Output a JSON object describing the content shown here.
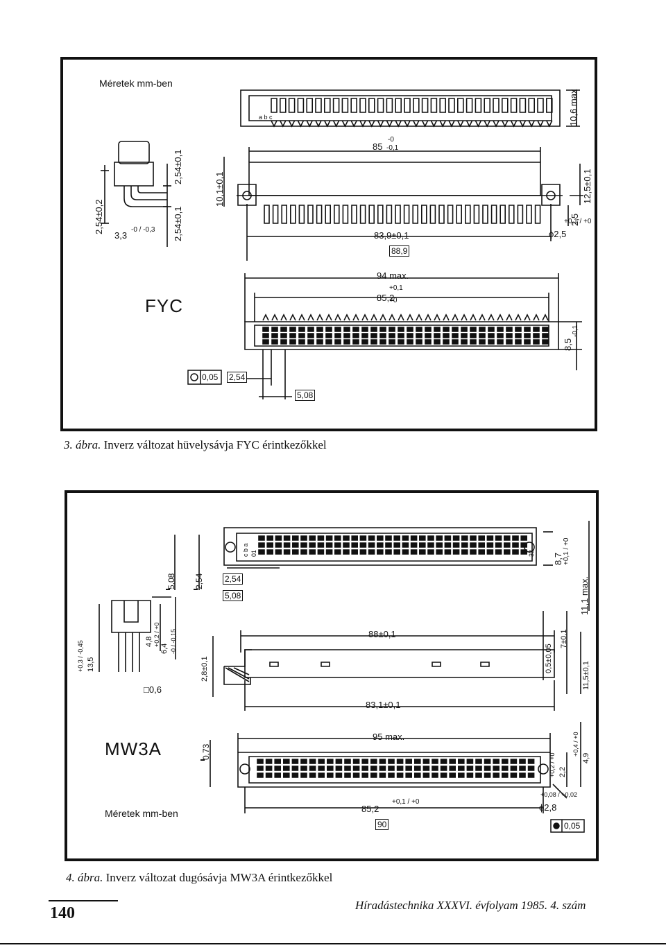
{
  "fig3": {
    "units_note": "Méretek mm-ben",
    "type_label": "FYC",
    "row_labels": "a b c",
    "dims": {
      "length_top": "85",
      "length_top_tol": "-0,1",
      "length_top_tol_upper": "-0",
      "width_mounting": "83,9±0,1",
      "width_ref": "88,9",
      "max_len": "94 max.",
      "pitch_len": "85,2",
      "pitch_len_tol": "+0,1",
      "pitch_len_tol_lower": "+0",
      "height_max": "10,6 max",
      "h_12_5": "12,5±0,1",
      "h_2_5": "2,5",
      "hole_dia": "ϕ2,5",
      "hole_tol": "+0,1 / +0",
      "h_10_1": "10,1±0,1",
      "h_8_5": "8,5",
      "h_8_5_tol": "-0,1",
      "side_2_54_a": "2,54±0,1",
      "side_2_54_b": "2,54±0,1",
      "side_2_54_c": "2,54±0,2",
      "side_3_3": "3,3",
      "side_3_3_tol": "-0 / -0,3",
      "pos_tol": "0,05",
      "pitch_254": "2,54",
      "pitch_508": "5,08"
    }
  },
  "fig3_caption": {
    "number": "3. ábra.",
    "text": "Inverz változat hüvelysávja FYC érintkezőkkel"
  },
  "fig4": {
    "type_label": "MW3A",
    "units_note": "Méretek mm-ben",
    "row_labels": "c b a",
    "pin_first": "01",
    "pin_last": "32",
    "dims": {
      "d_508_a": "5,08",
      "d_254_a": "2,54",
      "d_254_b": "2,54",
      "d_508_b": "5,08",
      "h_8_7": "8,7",
      "h_8_7_tol": "+0,1 / +0",
      "h_11_1": "11,1 max.",
      "width_88": "88±0,1",
      "width_83_1": "83,1±0,1",
      "h_0_5": "0,5±0,05",
      "h_7": "7±0,1",
      "h_11_5": "11,5±0,1",
      "h_2_8": "2,8±0,1",
      "h_6_4": "6,4",
      "h_6_4_tol": "-0 / -0,15",
      "h_4_8": "4,8",
      "h_4_8_tol": "+0,2 / +0",
      "h_13_5": "13,5",
      "h_13_5_tol": "+0,3 / -0,45",
      "pin_sq": "□0,6",
      "max_len": "95 max.",
      "pitch_len": "85,2",
      "pitch_len_tol": "+0,1 / +0",
      "ref_90": "90",
      "h_0_73": "0,73",
      "h_2_2": "2,2",
      "h_2_2_tol": "+0,2 / +0",
      "h_4_9": "4,9",
      "h_4_9_tol": "+0,4 / +0",
      "hole_dia": "ϕ2,8",
      "hole_tol": "+0,08 / +0,02",
      "pos_tol": "0,05"
    }
  },
  "fig4_caption": {
    "number": "4. ábra.",
    "text": "Inverz változat dugósávja MW3A érintkezőkkel"
  },
  "footer": {
    "page_number": "140",
    "journal": "Híradástechnika XXXVI. évfolyam 1985. 4. szám"
  }
}
